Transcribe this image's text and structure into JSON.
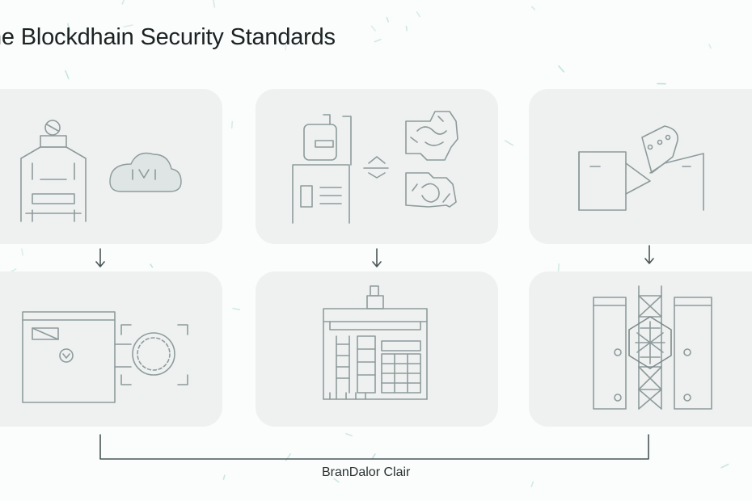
{
  "diagram": {
    "title": "ne Blockdhain Security Standards",
    "caption": "BranDalor Clair",
    "colors": {
      "background": "#fbfcfc",
      "tile": "#eff1f1",
      "ink": "#8e9b9b",
      "accent_confetti": "#bfe3dc"
    },
    "tiles": [
      {
        "row": 1,
        "col": 1,
        "icon": "server-tower-with-cloud-icon"
      },
      {
        "row": 1,
        "col": 2,
        "icon": "device-and-puzzle-icon"
      },
      {
        "row": 1,
        "col": 3,
        "icon": "blocks-with-shield-icon"
      },
      {
        "row": 2,
        "col": 1,
        "icon": "window-with-target-icon"
      },
      {
        "row": 2,
        "col": 2,
        "icon": "building-grid-icon"
      },
      {
        "row": 2,
        "col": 3,
        "icon": "tower-with-gem-icon"
      }
    ]
  }
}
